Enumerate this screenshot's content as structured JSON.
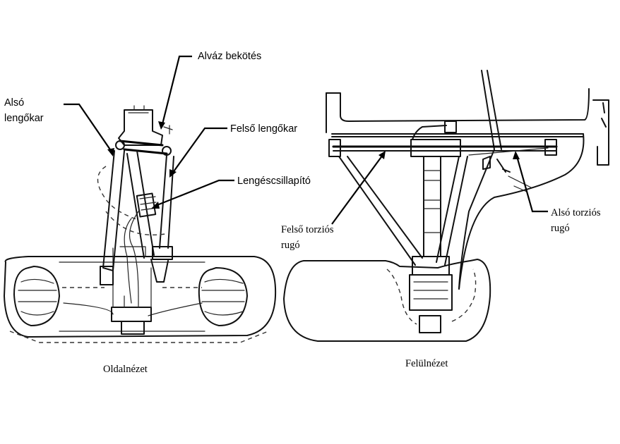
{
  "labels": {
    "also_lengokar_line1": "Alsó",
    "also_lengokar_line2": "lengőkar",
    "alvaz_bekotes": "Alváz bekötés",
    "felso_lengokar": "Felső lengőkar",
    "lengescsillapito": "Lengéscsillapító",
    "felso_torzios_line1": "Felső torziós",
    "felso_torzios_line2": "rugó",
    "also_torzios_line1": "Alsó torziós",
    "also_torzios_line2": "rugó"
  },
  "views": {
    "side": "Oldalnézet",
    "top": "Felülnézet"
  }
}
